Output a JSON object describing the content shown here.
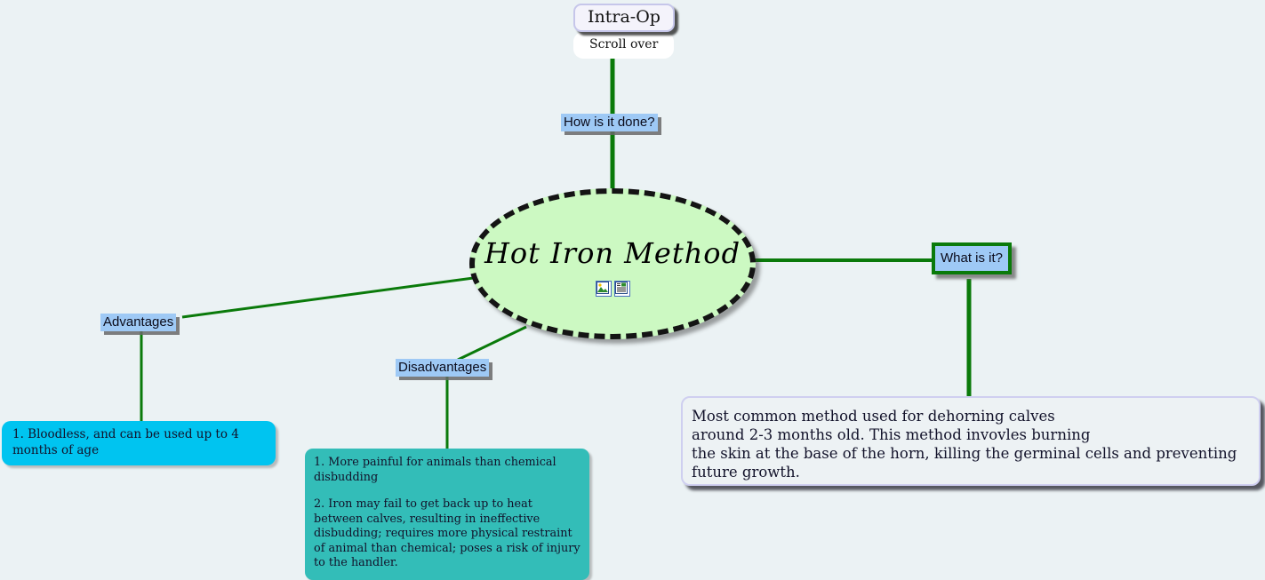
{
  "page": {
    "background_color": "#ebf2f4",
    "link_color": "#0a7a0a"
  },
  "central_node": {
    "title": "Hot Iron Method",
    "fill_color": "#ccf9c2",
    "border_style": "dashed black",
    "icons": [
      {
        "name": "image-attachment-icon",
        "label": "image"
      },
      {
        "name": "note-attachment-icon",
        "label": "note"
      }
    ]
  },
  "top_nodes": {
    "intra_op": "Intra-Op",
    "scroll_over": "Scroll over"
  },
  "branches": {
    "how_is_it_done": {
      "label": "How is it done?",
      "highlight_color": "#9ec9f5"
    },
    "what_is_it": {
      "label": "What is it?",
      "border_color": "#0a7a0a",
      "highlight_color": "#9ec9f5",
      "body": "Most common method used for dehorning calves\naround 2-3 months old. This method invovles burning\nthe skin at the base of the horn, killing the germinal cells and preventing future growth.",
      "body_lines": [
        "Most common method used for dehorning calves",
        "around 2-3 months old. This method invovles burning",
        "the skin at the base of the horn, killing the germinal cells and preventing future growth."
      ]
    },
    "advantages": {
      "label": "Advantages",
      "highlight_color": "#9ec9f5",
      "note_color": "#00c4f0",
      "items": [
        "1. Bloodless, and can be used up to 4 months of age"
      ]
    },
    "disadvantages": {
      "label": "Disadvantages",
      "highlight_color": "#9ec9f5",
      "note_color": "#33bdb8",
      "items": [
        "1. More painful for animals than chemical disbudding",
        "2. Iron may fail to get back up to heat between calves, resulting in ineffective disbudding; requires more physical restraint of animal than chemical; poses a risk of injury to the handler."
      ]
    }
  }
}
